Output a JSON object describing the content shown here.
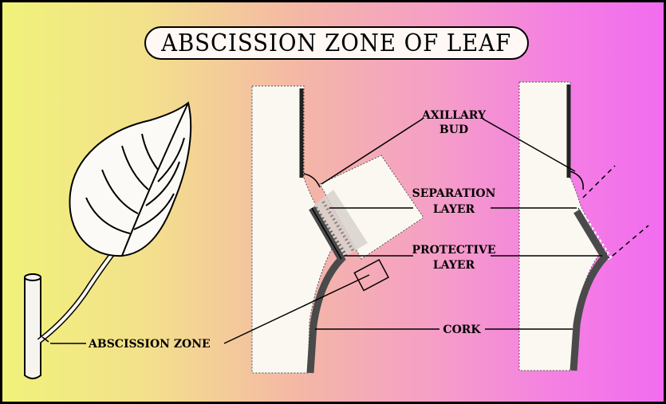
{
  "title": "ABSCISSION ZONE OF LEAF",
  "labels": {
    "axillary_bud_line1": "AXILLARY",
    "axillary_bud_line2": "BUD",
    "separation_line1": "SEPARATION",
    "separation_line2": "LAYER",
    "protective_line1": "PROTECTIVE",
    "protective_line2": "LAYER",
    "cork": "CORK",
    "abscission_zone": "ABSCISSION ZONE"
  },
  "colors": {
    "bg_left": "#f0f27a",
    "bg_right": "#f26cf0",
    "tissue": "#faf7f2",
    "cork": "#4a4a4a",
    "line": "#000000"
  }
}
